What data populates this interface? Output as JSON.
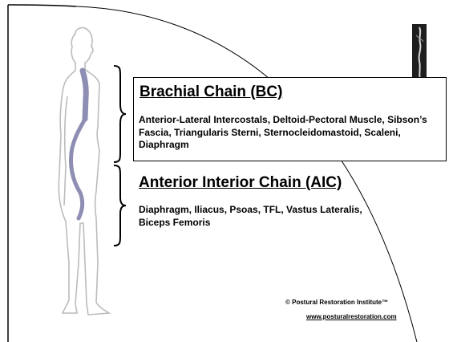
{
  "brachial_chain": {
    "title": "Brachial Chain (BC)",
    "body": "Anterior-Lateral Intercostals, Deltoid-Pectoral Muscle, Sibson’s Fascia, Triangularis Sterni, Sternocleidomastoid, Scaleni, Diaphragm"
  },
  "anterior_interior_chain": {
    "title": "Anterior Interior Chain (AIC)",
    "body": "Diaphragm, Iliacus, Psoas, TFL, Vastus Lateralis, Biceps Femoris"
  },
  "footer": {
    "copyright": "© Postural Restoration Institute™",
    "website": "www.posturalrestoration.com"
  },
  "colors": {
    "chain_highlight": "#8e8eb4",
    "figure_outline": "#bcbcbc",
    "text": "#000000"
  }
}
